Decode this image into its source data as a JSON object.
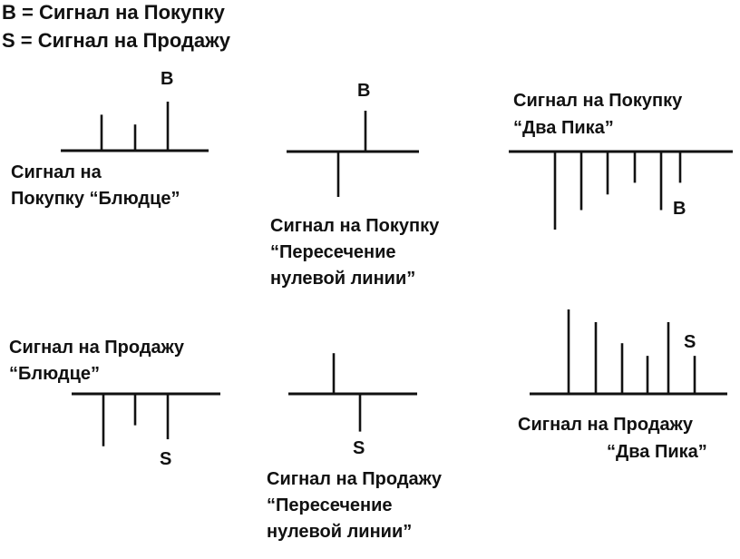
{
  "legend": {
    "buy": "B = Сигнал на Покупку",
    "sell": "S = Сигнал на Продажу"
  },
  "panels": [
    {
      "id": "buy-saucer",
      "caption": [
        "Сигнал на",
        "Покупку “Блюдце”"
      ],
      "marker": "B",
      "bars": [
        0.55,
        0.4,
        0.75
      ]
    },
    {
      "id": "buy-zero-cross",
      "caption": [
        "Сигнал на Покупку",
        "“Пересечение",
        "нулевой линии”"
      ],
      "marker": "B",
      "bars": [
        -1.0,
        0.9
      ]
    },
    {
      "id": "buy-two-peaks",
      "caption": [
        "Сигнал на Покупку",
        "“Два Пика”"
      ],
      "marker": "B",
      "bars": [
        -1.0,
        -0.75,
        -0.55,
        -0.4,
        -0.75,
        -0.4
      ]
    },
    {
      "id": "sell-saucer",
      "caption": [
        "Сигнал на Продажу",
        "“Блюдце”"
      ],
      "marker": "S",
      "bars": [
        -0.75,
        -0.45,
        -0.65
      ]
    },
    {
      "id": "sell-zero-cross",
      "caption": [
        "Сигнал на Продажу",
        "“Пересечение",
        "нулевой линии”"
      ],
      "marker": "S",
      "bars": [
        0.7,
        -0.65
      ]
    },
    {
      "id": "sell-two-peaks",
      "caption": [
        "Сигнал на Продажу",
        "“Два Пика”"
      ],
      "marker": "S",
      "bars": [
        1.0,
        0.85,
        0.6,
        0.45,
        0.85,
        0.45
      ]
    }
  ]
}
